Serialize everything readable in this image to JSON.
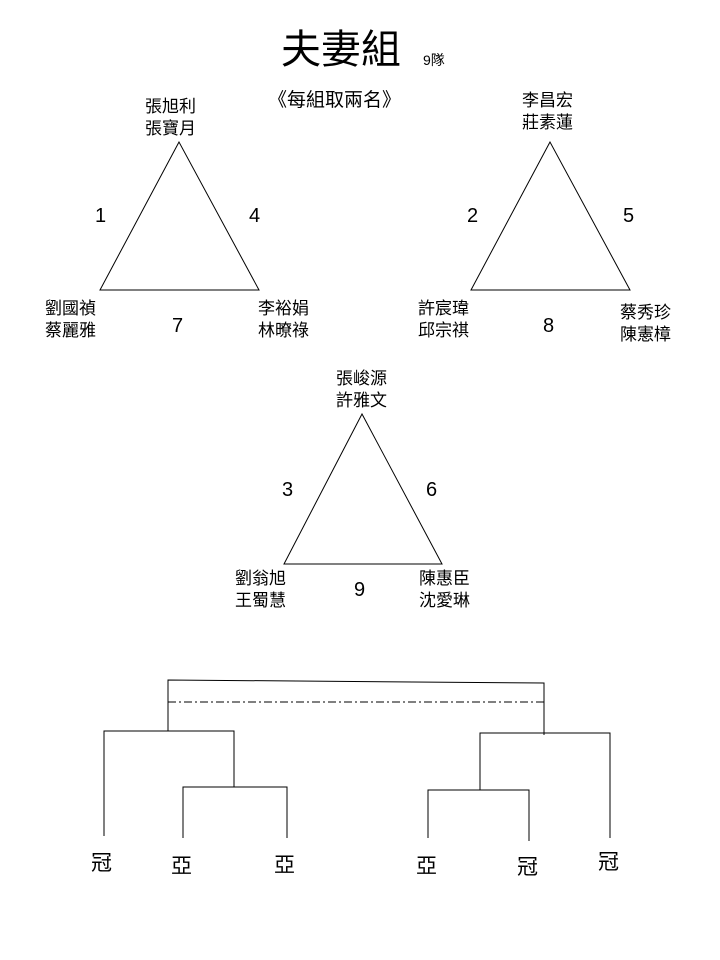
{
  "header": {
    "title": "夫妻組",
    "team_count": "9隊",
    "rule": "《每組取兩名》"
  },
  "groups": [
    {
      "top": [
        "張旭利",
        "張寶月"
      ],
      "left": [
        "劉國禎",
        "蔡麗雅"
      ],
      "right": [
        "李裕娟",
        "林暸祿"
      ],
      "n_left": "1",
      "n_right": "4",
      "n_bottom": "7"
    },
    {
      "top": [
        "李昌宏",
        "莊素蓮"
      ],
      "left": [
        "許宸瑋",
        "邱宗祺"
      ],
      "right": [
        "蔡秀珍",
        "陳憲樟"
      ],
      "n_left": "2",
      "n_right": "5",
      "n_bottom": "8"
    },
    {
      "top": [
        "張峻源",
        "許雅文"
      ],
      "left": [
        "劉翁旭",
        "王蜀慧"
      ],
      "right": [
        "陳惠臣",
        "沈愛琳"
      ],
      "n_left": "3",
      "n_right": "6",
      "n_bottom": "9"
    }
  ],
  "bracket": {
    "slots": [
      "冠",
      "亞",
      "亞",
      "亞",
      "冠",
      "冠"
    ]
  }
}
